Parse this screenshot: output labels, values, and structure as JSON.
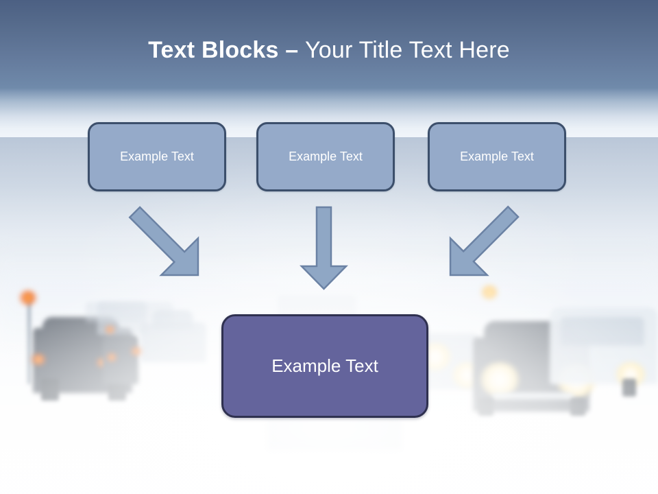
{
  "slide": {
    "title": {
      "bold_part": "Text Blocks",
      "separator": " – ",
      "light_part": "Your Title Text Here",
      "full": "Text Blocks – Your Title Text Here"
    },
    "background": {
      "description": "blurred winter highway in a snowstorm with cars and headlights",
      "sky_top_color": "#4c6083",
      "sky_bottom_color": "#8199b6",
      "snow_color": "#f2f6fa"
    },
    "theme": {
      "top_box_fill": "#95aac9",
      "top_box_border": "#3c4f6b",
      "main_box_fill": "#64649c",
      "main_box_border": "#2f3150",
      "arrow_fill": "#8fa7c5",
      "arrow_border": "#6b82a4",
      "text_color": "#ffffff"
    },
    "top_boxes": [
      {
        "label": "Example Text"
      },
      {
        "label": "Example Text"
      },
      {
        "label": "Example Text"
      }
    ],
    "arrows": [
      {
        "name": "arrow-left-diagonal",
        "direction": "down-right"
      },
      {
        "name": "arrow-center-vertical",
        "direction": "down"
      },
      {
        "name": "arrow-right-diagonal",
        "direction": "down-left"
      }
    ],
    "main_box": {
      "label": "Example Text"
    }
  }
}
